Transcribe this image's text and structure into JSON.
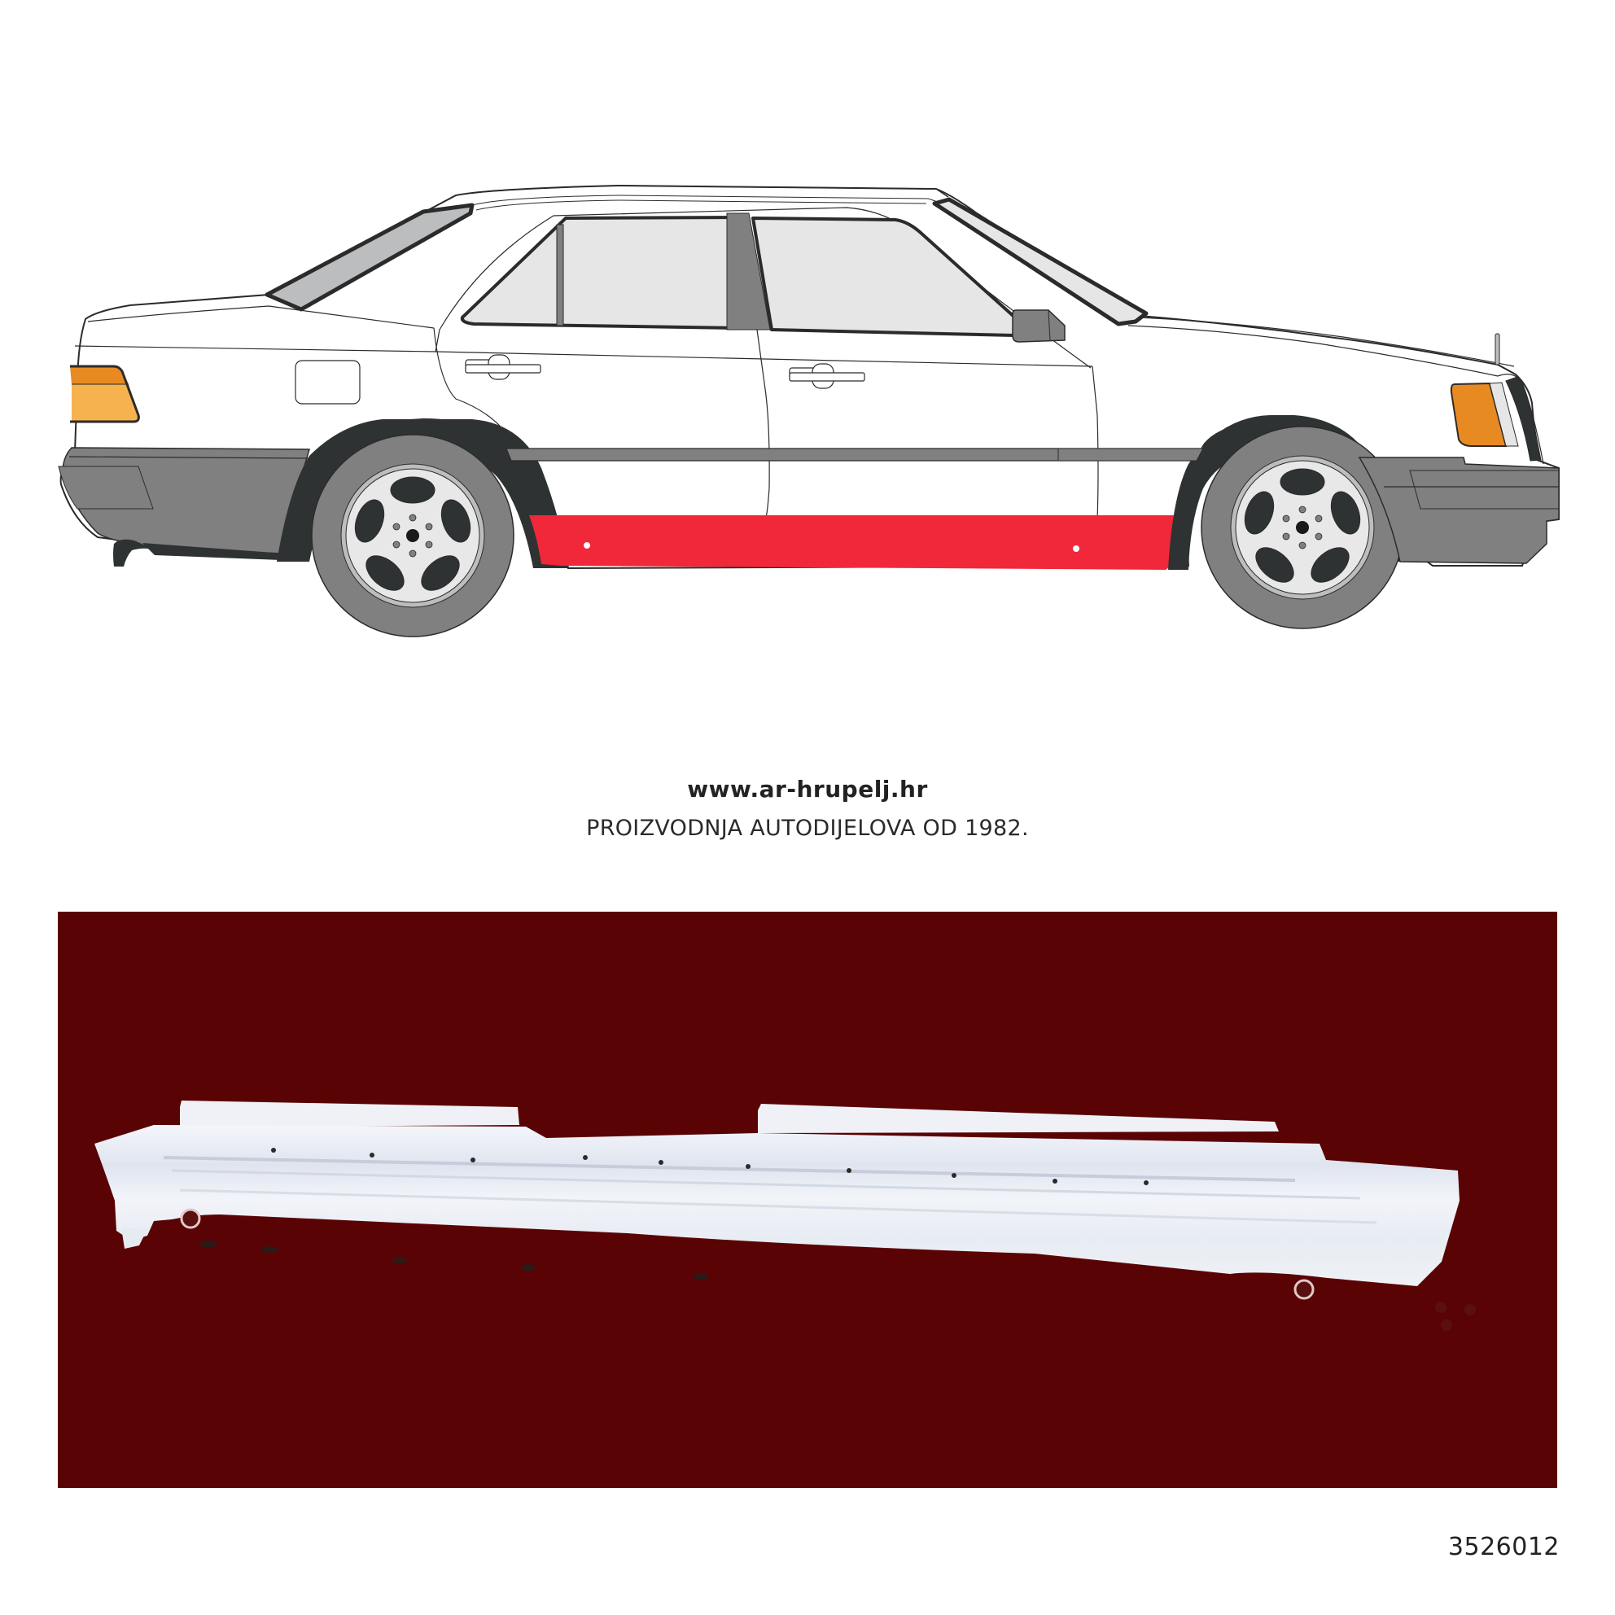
{
  "illustration": {
    "vehicle_view": "right-side",
    "highlighted_part": "rocker panel / sill",
    "colors": {
      "body": "#ffffff",
      "outline": "#2b2b2b",
      "glass": "#e6e6e6",
      "glass_dark": "#bcbdbe",
      "trim": "#808080",
      "tire": "#808080",
      "arch": "#2f3233",
      "rim": "#e8e8e8",
      "highlight": "#f0283a",
      "tail_light_top": "#e88a22",
      "tail_light_bottom": "#f6b24e",
      "indicator": "#e88a22"
    }
  },
  "brand": {
    "url": "www.ar-hrupelj.hr",
    "tagline": "PROIZVODNJA AUTODIJELOVA OD 1982."
  },
  "photo": {
    "background": "#5a0304",
    "subject": "sill panel part photo"
  },
  "part_number": "3526012"
}
